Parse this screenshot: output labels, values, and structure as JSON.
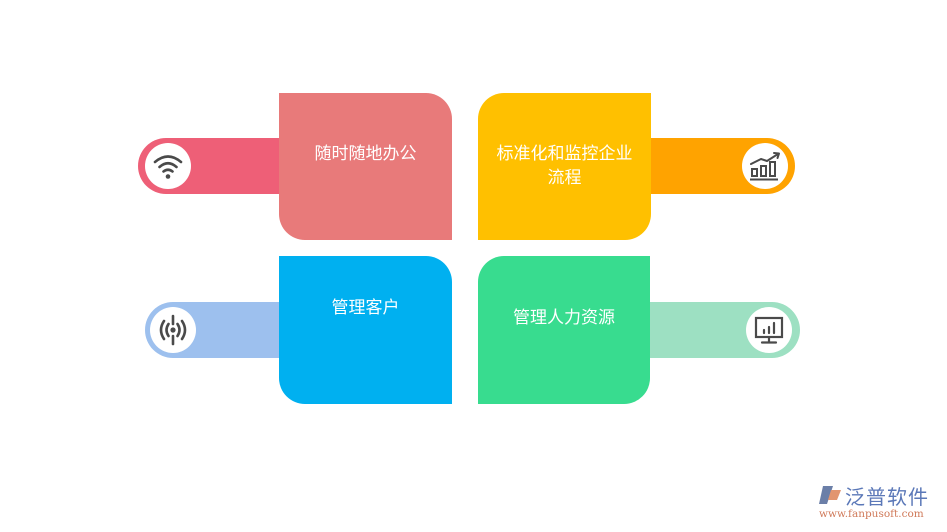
{
  "colors": {
    "red_box": "#e87a7a",
    "pink_pill": "#ee5f77",
    "yellow_box": "#ffc000",
    "orange_pill": "#ffa300",
    "blue_box": "#00b0f0",
    "lightblue_pill": "#9dc0ee",
    "green_box": "#38dc8f",
    "lightgreen_pill": "#9de0c2",
    "icon_gray": "#4a4a4a"
  },
  "items": [
    {
      "label": "随时随地办公",
      "icon": "wifi-icon"
    },
    {
      "label": "标准化和监控企业流程",
      "icon": "growth-chart-icon"
    },
    {
      "label": "管理客户",
      "icon": "broadcast-signal-icon"
    },
    {
      "label": "管理人力资源",
      "icon": "monitor-chart-icon"
    }
  ],
  "logo": {
    "name": "泛普软件",
    "url": "www.fanpusoft.com"
  }
}
